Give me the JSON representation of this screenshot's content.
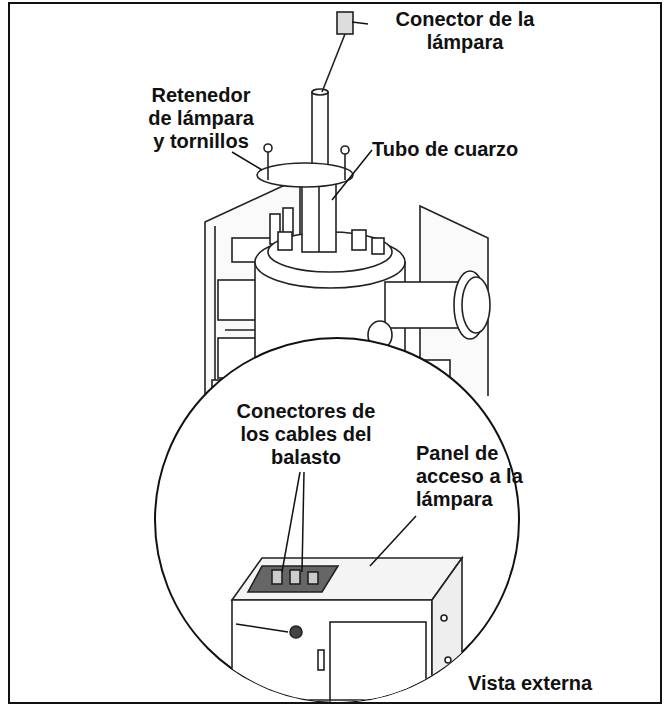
{
  "diagram": {
    "labels": [
      "Conector de la lámpara",
      "Retenedor de lámpara y tornillos",
      "Tubo de cuarzo",
      "Conectores de los cables del balasto",
      "Panel de acceso a la lámpara",
      "Vista externa"
    ]
  }
}
